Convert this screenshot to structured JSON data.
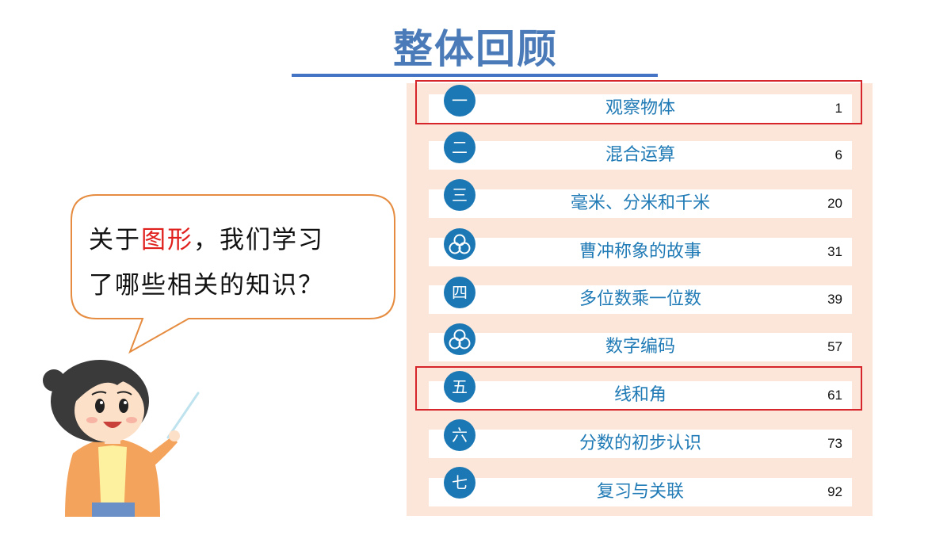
{
  "slide": {
    "title": "整体回顾"
  },
  "bubble": {
    "line1_before": "关于",
    "line1_highlight": "图形",
    "line1_after": "，我们学习",
    "line2": "了哪些相关的知识？"
  },
  "colors": {
    "title": "#4a7ab8",
    "badge": "#1b78b5",
    "label": "#1f7ab5",
    "panel": "#fbe6d9",
    "highlight_border": "#d6262b",
    "highlight_text": "#e0201d",
    "bubble_border": "#e58c40"
  },
  "toc": {
    "items": [
      {
        "badge": "一",
        "title": "观察物体",
        "page": "1",
        "highlighted": true
      },
      {
        "badge": "二",
        "title": "混合运算",
        "page": "6",
        "highlighted": false
      },
      {
        "badge": "三",
        "title": "毫米、分米和千米",
        "page": "20",
        "highlighted": false
      },
      {
        "badge_icon": "three-circles-icon",
        "title": "曹冲称象的故事",
        "page": "31",
        "highlighted": false
      },
      {
        "badge": "四",
        "title": "多位数乘一位数",
        "page": "39",
        "highlighted": false
      },
      {
        "badge_icon": "three-circles-icon",
        "title": "数字编码",
        "page": "57",
        "highlighted": false
      },
      {
        "badge": "五",
        "title": "线和角",
        "page": "61",
        "highlighted": true
      },
      {
        "badge": "六",
        "title": "分数的初步认识",
        "page": "73",
        "highlighted": false
      },
      {
        "badge": "七",
        "title": "复习与关联",
        "page": "92",
        "highlighted": false
      }
    ]
  },
  "illustration": {
    "character": "teacher-with-pointer"
  }
}
